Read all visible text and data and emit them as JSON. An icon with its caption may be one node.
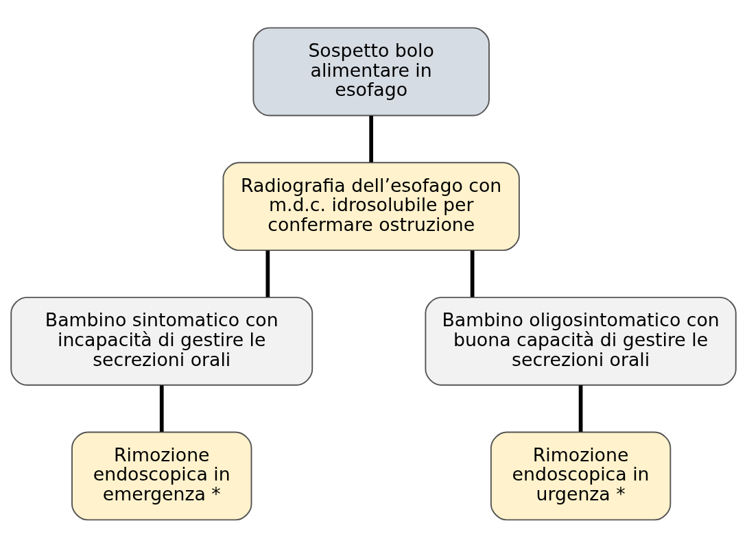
{
  "diagram": {
    "nodes": [
      {
        "text": [
          "Sospetto bolo alimentare in esofago"
        ]
      },
      {
        "text": [
          "Radiografia dell’esofago con m.d.c. idrosolubile per confermare ostruzione"
        ]
      },
      {
        "text": [
          "Bambino sintomatico con incapacità di gestire le secrezioni orali"
        ]
      },
      {
        "text": [
          "Bambino oligosintomatico con buona capacità di gestire le secrezioni orali"
        ]
      },
      {
        "text": [
          "Rimozione endoscopica in emergenza *"
        ]
      },
      {
        "text": [
          "Rimozione endoscopica in urgenza *"
        ]
      }
    ],
    "edges": [
      {
        "from": 0,
        "to": 1,
        "arrow": "none"
      },
      {
        "from": 1,
        "to": 2,
        "arrow": "none"
      },
      {
        "from": 1,
        "to": 3,
        "arrow": "none"
      },
      {
        "from": 2,
        "to": 4,
        "arrow": "none"
      },
      {
        "from": 3,
        "to": 5,
        "arrow": "none"
      }
    ]
  }
}
